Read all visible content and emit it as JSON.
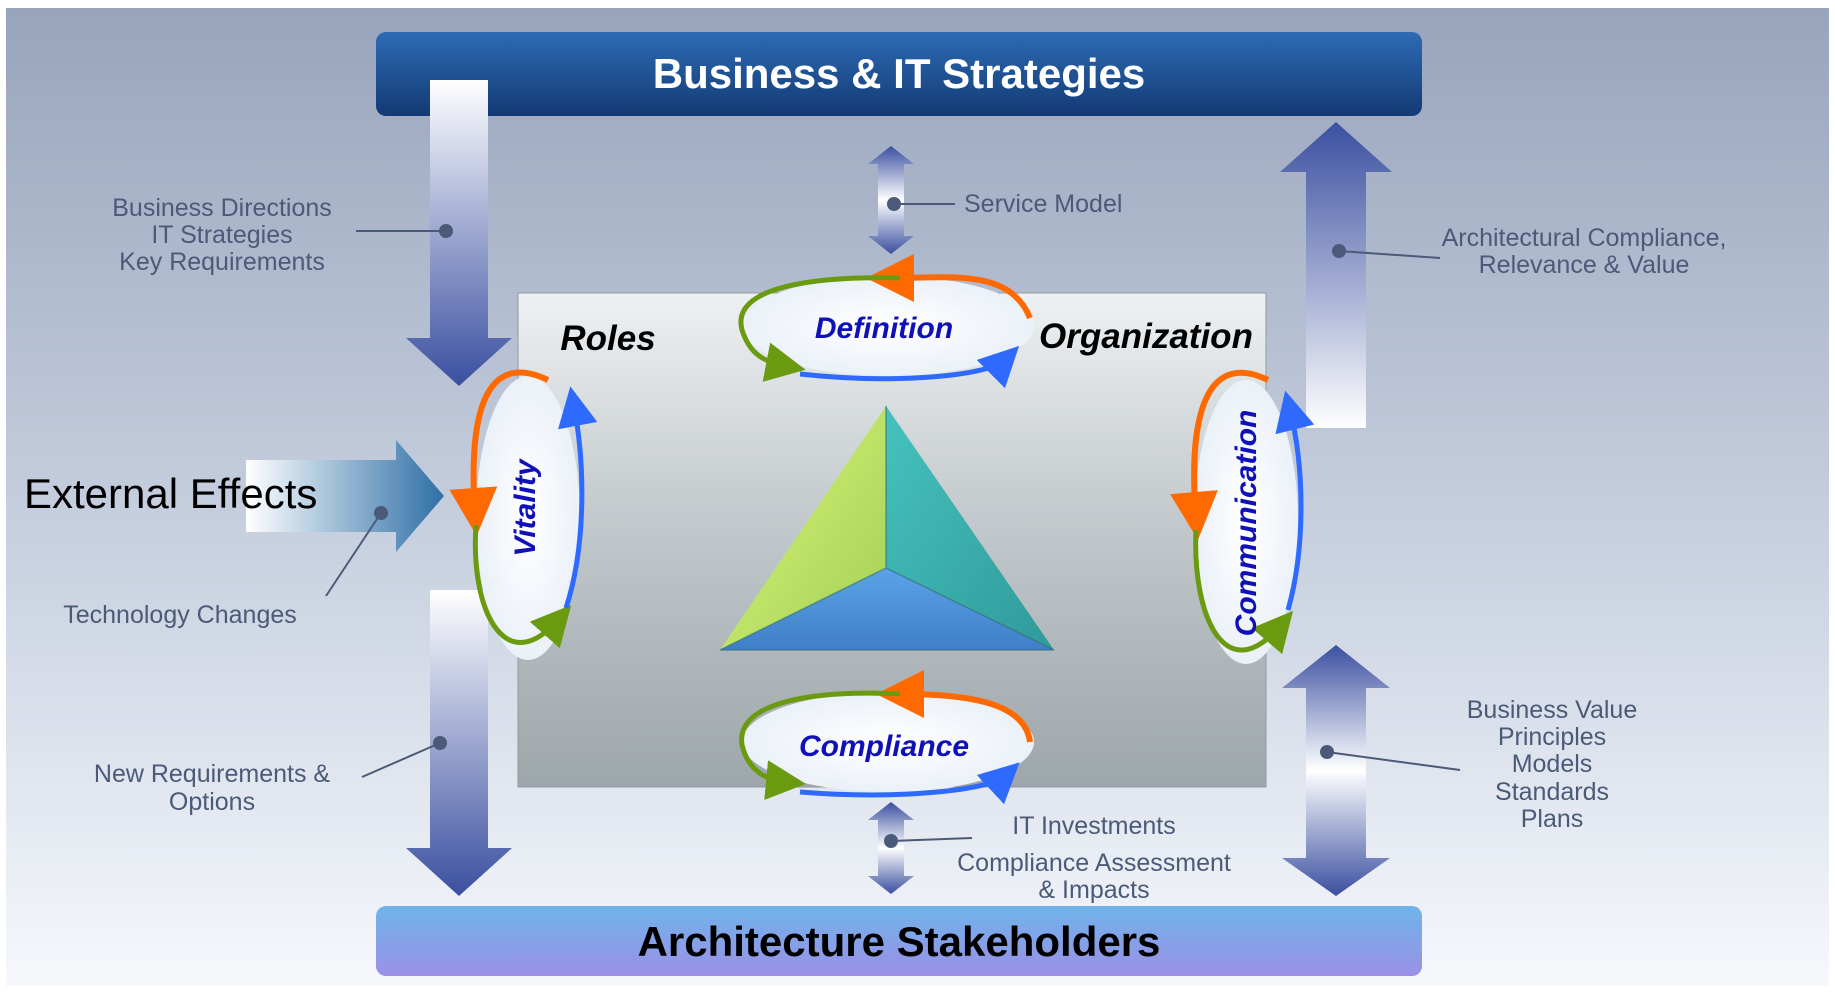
{
  "top_bar": {
    "title": "Business & IT Strategies"
  },
  "bottom_bar": {
    "title": "Architecture Stakeholders"
  },
  "facets": {
    "roles": "Roles",
    "organization": "Organization"
  },
  "cycles": {
    "definition": "Definition",
    "compliance": "Compliance",
    "vitality": "Vitality",
    "communication": "Communication"
  },
  "external_effects": "External Effects",
  "labels": {
    "business_directions": [
      "Business Directions",
      "IT Strategies",
      "Key Requirements"
    ],
    "service_model": "Service Model",
    "arch_compliance": [
      "Architectural Compliance,",
      "Relevance & Value"
    ],
    "technology_changes": "Technology Changes",
    "new_requirements": [
      "New Requirements &",
      "Options"
    ],
    "it_investments": [
      "IT Investments",
      "Compliance Assessment",
      "& Impacts"
    ],
    "business_value": [
      "Business Value",
      "Principles",
      "Models",
      "Standards",
      "Plans"
    ]
  },
  "colors": {
    "top_bar": "#1d4f8f",
    "bottom_bar": "#7fa3e0",
    "arrow_dark": "#3a4fa0",
    "cycle_orange": "#ff6a00",
    "cycle_green": "#6a9a10",
    "cycle_blue": "#2f6aff",
    "pyramid_left": "#c8ec68",
    "pyramid_right": "#3fb3b0",
    "pyramid_bottom": "#4a90dc"
  }
}
